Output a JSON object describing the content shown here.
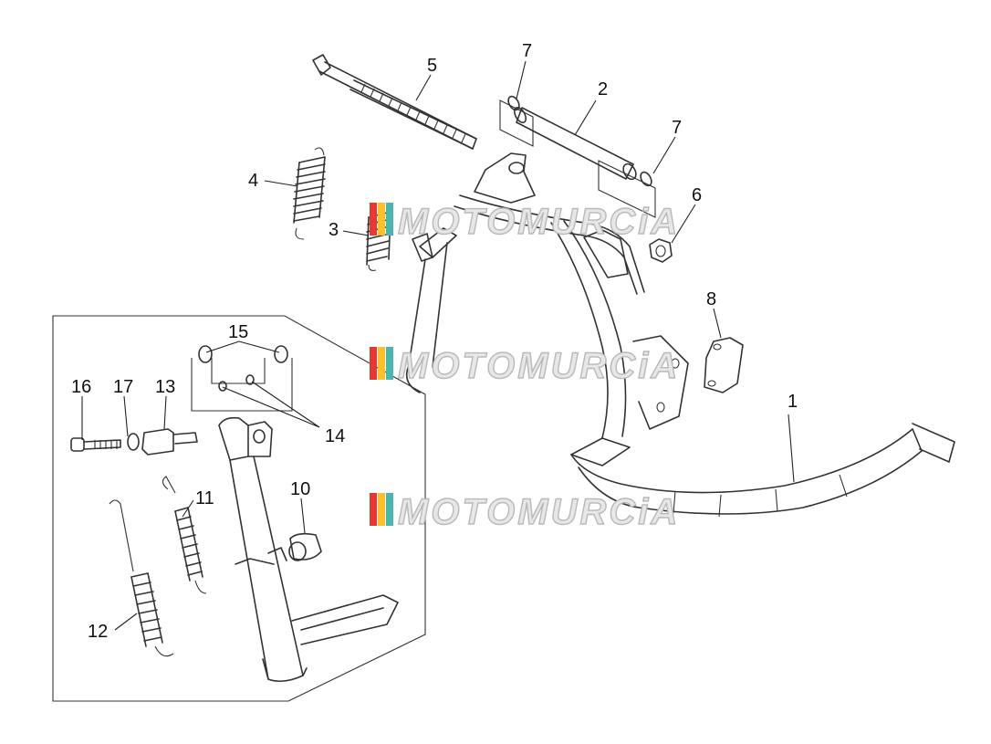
{
  "diagram": {
    "callouts": [
      {
        "id": "1",
        "label": "1"
      },
      {
        "id": "2",
        "label": "2"
      },
      {
        "id": "3",
        "label": "3"
      },
      {
        "id": "4",
        "label": "4"
      },
      {
        "id": "5",
        "label": "5"
      },
      {
        "id": "6",
        "label": "6"
      },
      {
        "id": "7a",
        "label": "7"
      },
      {
        "id": "7b",
        "label": "7"
      },
      {
        "id": "8",
        "label": "8"
      },
      {
        "id": "10",
        "label": "10"
      },
      {
        "id": "11",
        "label": "11"
      },
      {
        "id": "12",
        "label": "12"
      },
      {
        "id": "13",
        "label": "13"
      },
      {
        "id": "14",
        "label": "14"
      },
      {
        "id": "15",
        "label": "15"
      },
      {
        "id": "16",
        "label": "16"
      },
      {
        "id": "17",
        "label": "17"
      }
    ],
    "watermark": {
      "text": "MOTOMURCiA",
      "colors": [
        "#e53935",
        "#fbc02d",
        "#4db6ac"
      ]
    }
  }
}
